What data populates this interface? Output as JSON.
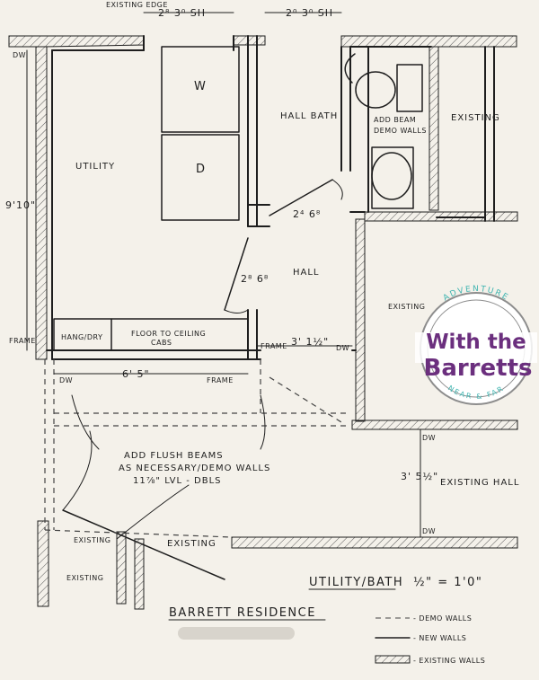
{
  "top_dims": {
    "existing_edge": "EXISTING EDGE",
    "window_left": "2⁸ 3⁰ SH",
    "window_right": "2⁰ 3⁰ SH"
  },
  "rooms": {
    "utility": "UTILITY",
    "washer": "W",
    "dryer": "D",
    "hall_bath": "HALL BATH",
    "add_beam": "ADD BEAM",
    "demo_walls": "DEMO WALLS",
    "existing_right": "EXISTING",
    "hall": "HALL",
    "existing_mid": "EXISTING",
    "hang_dry": "HANG/DRY",
    "cabs_line1": "FLOOR TO CEILING",
    "cabs_line2": "CABS",
    "existing_left1": "EXISTING",
    "existing_left2": "EXISTING",
    "existing_bottom": "EXISTING",
    "existing_hall": "EXISTING HALL"
  },
  "dims": {
    "height_left": "9'10\"",
    "door_bath": "2⁴ 6⁸",
    "door_hall": "2⁸ 6⁸",
    "width_bottom": "6' 5\"",
    "hall_width": "3' 1½\"",
    "hall_depth": "3' 5½\""
  },
  "markers": {
    "dw_top_left": "DW",
    "frame_left": "FRAME",
    "dw_bottom_left": "DW",
    "frame_bottom": "FRAME",
    "frame_hall": "FRAME",
    "dw_hall": "DW",
    "dw_right_top": "DW",
    "dw_right_bottom": "DW"
  },
  "notes": {
    "beams_line1": "ADD FLUSH BEAMS",
    "beams_line2": "AS NECESSARY/DEMO WALLS",
    "beams_line3": "11⅞\" LVL - DBLS"
  },
  "title": {
    "sheet": "UTILITY/BATH",
    "scale": "½\" = 1'0\"",
    "project": "BARRETT RESIDENCE"
  },
  "legend": {
    "demo": "- DEMO WALLS",
    "new": "- NEW WALLS",
    "existing": "- EXISTING WALLS"
  },
  "badge": {
    "top": "ADVENTURE",
    "line1": "With the",
    "line2": "Barretts",
    "bottom": "NEAR & FAR",
    "color_purple": "#6b2f7e",
    "color_teal": "#3fb4b0",
    "color_grey": "#8d8d8d"
  }
}
